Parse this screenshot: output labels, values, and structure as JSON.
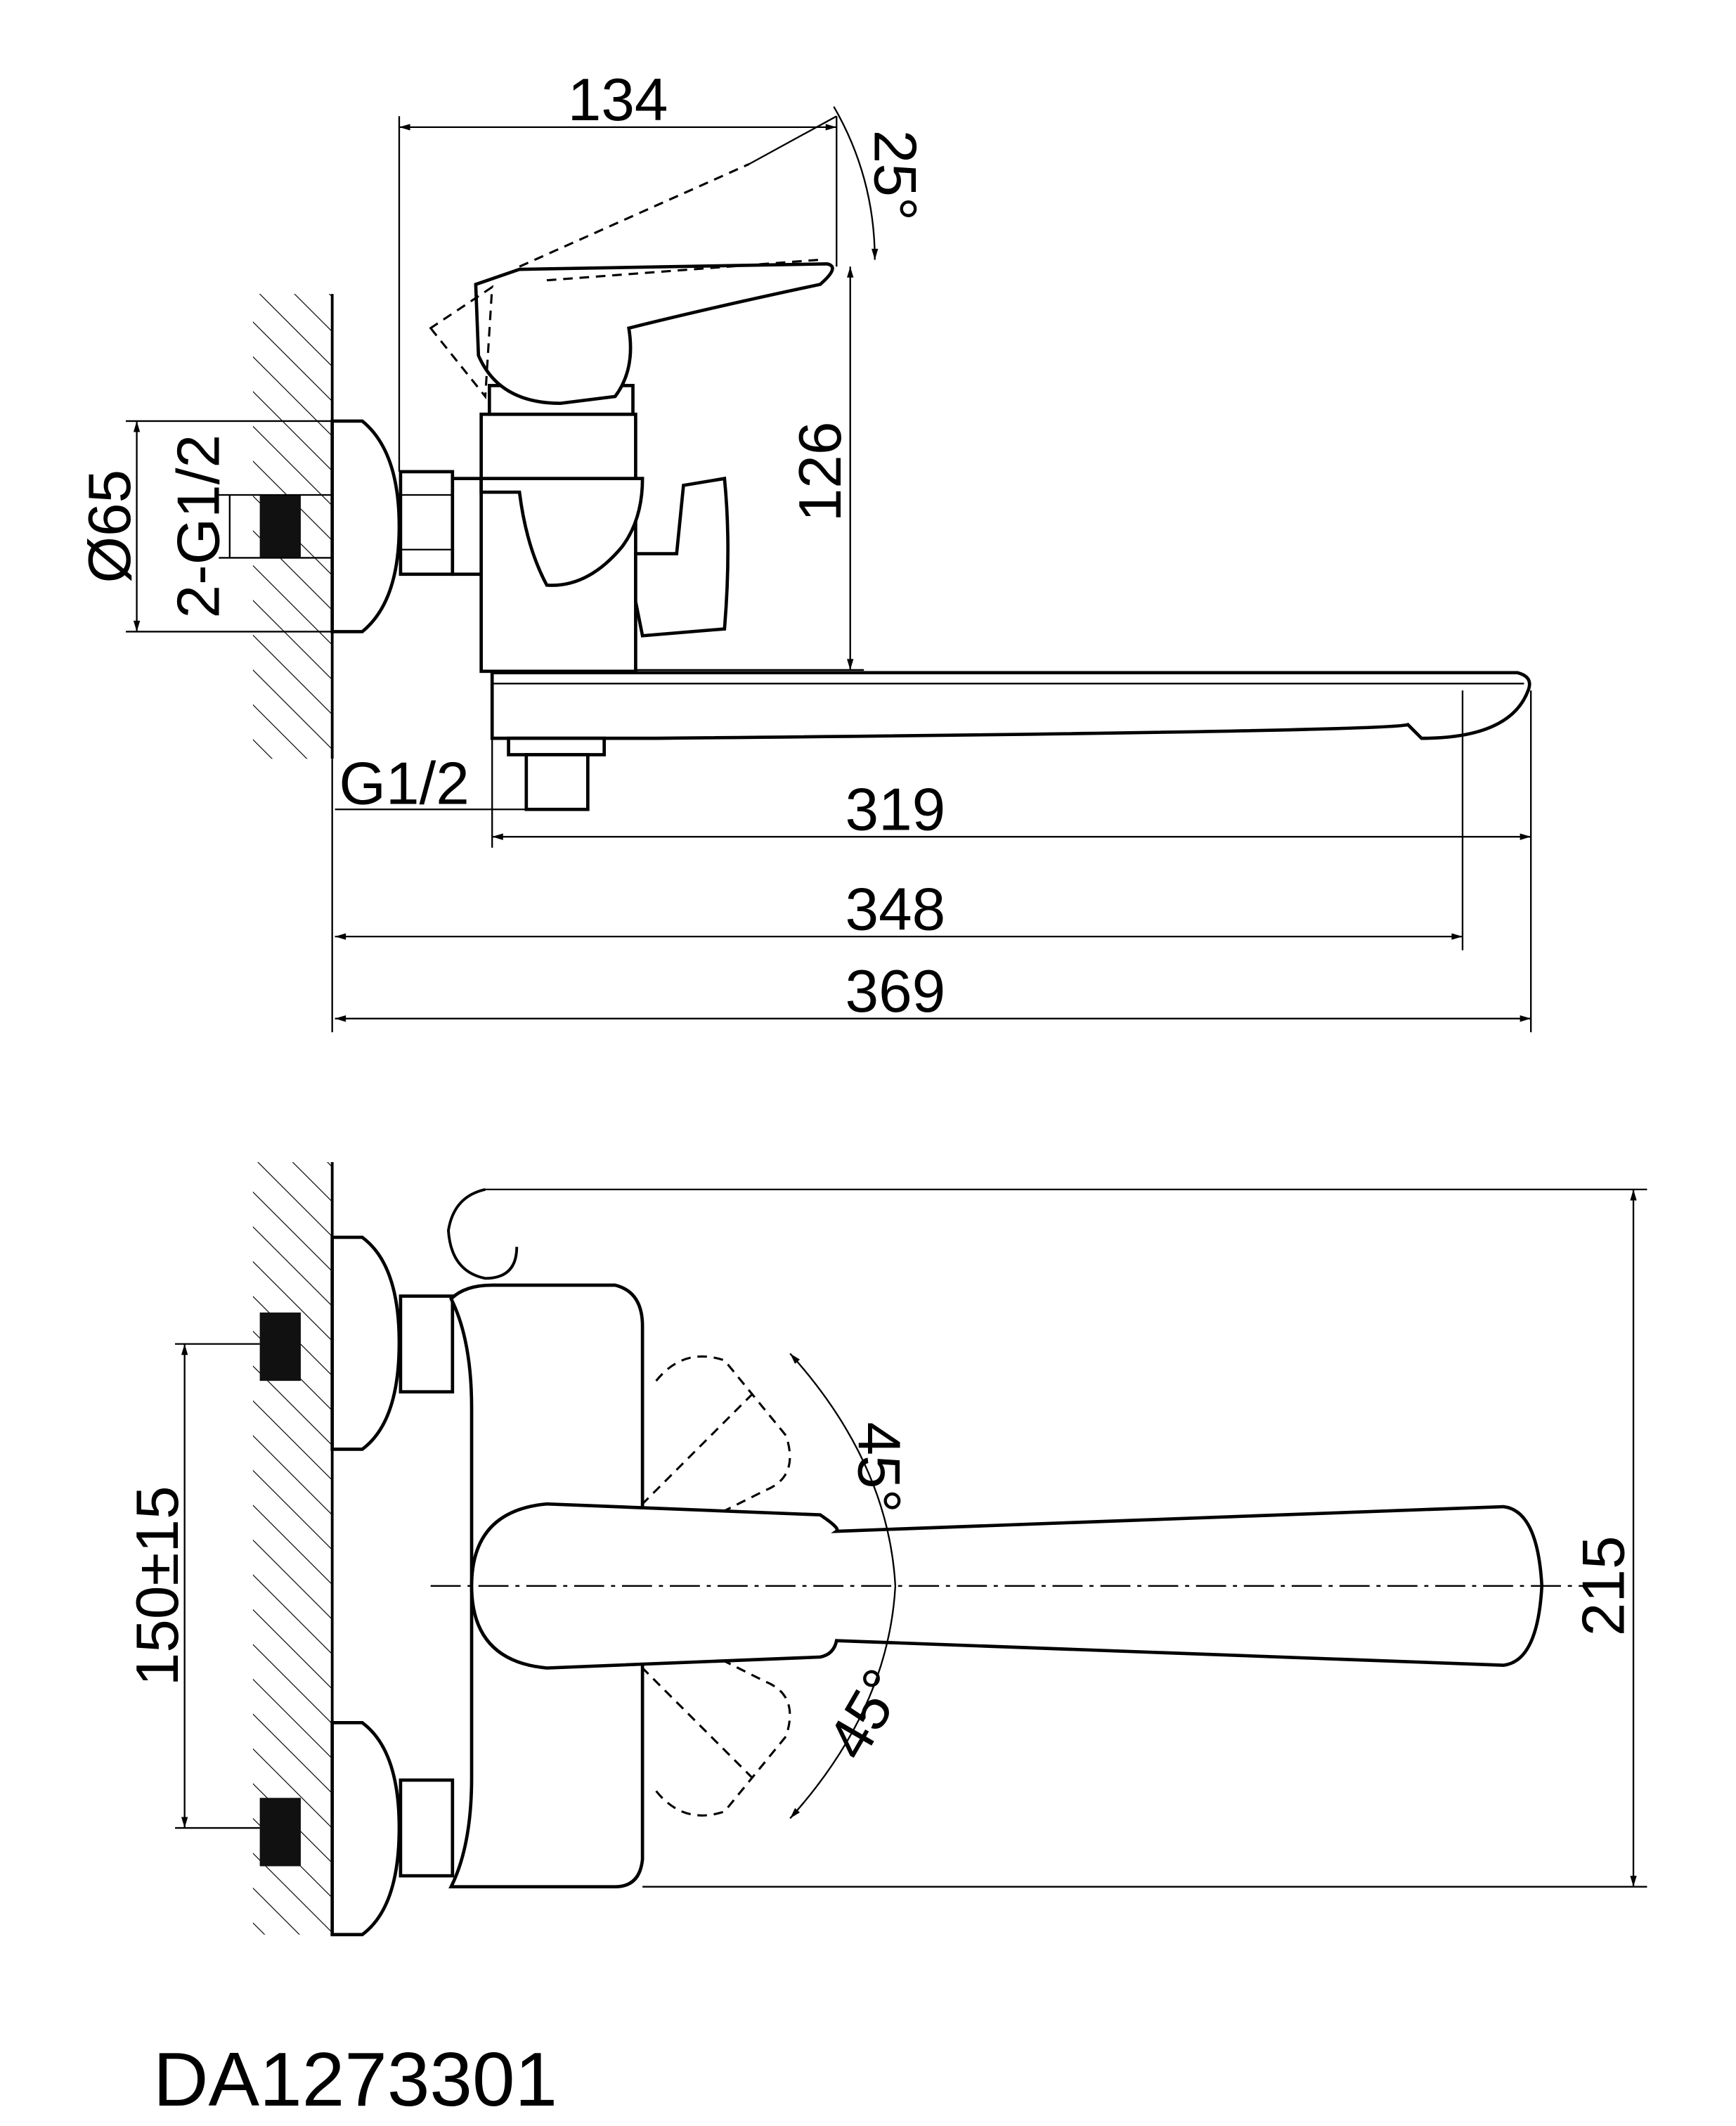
{
  "model": "DA1273301",
  "side_view": {
    "dimensions": {
      "handle_reach": "134",
      "handle_angle": "25°",
      "height": "126",
      "escutcheon_diameter": "Ø65",
      "inlet_thread": "2-G1/2",
      "outlet_thread": "G1/2",
      "spout_length": "319",
      "spout_reach": "348",
      "overall_length": "369"
    }
  },
  "top_view": {
    "dimensions": {
      "lever_angle_up": "45°",
      "lever_angle_down": "45°",
      "overall_width": "215",
      "inlet_spacing": "150±15"
    }
  }
}
